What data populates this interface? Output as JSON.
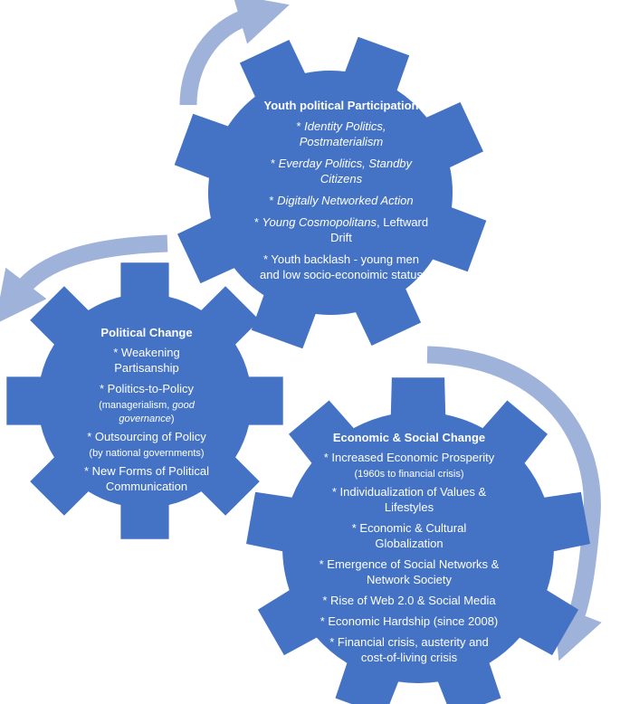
{
  "colors": {
    "gear": "#4472c4",
    "arrow": "#9fb2d9",
    "text": "#ffffff",
    "background": "#ffffff"
  },
  "gears": {
    "youth": {
      "title": "Youth political Participation",
      "items": [
        {
          "lines": [
            [
              {
                "t": "* "
              },
              {
                "t": "Identity Politics,",
                "i": true
              }
            ],
            [
              {
                "t": "Postmaterialism",
                "i": true
              }
            ]
          ]
        },
        {
          "lines": [
            [
              {
                "t": "* "
              },
              {
                "t": "Everday Politics, Standby",
                "i": true
              }
            ],
            [
              {
                "t": "Citizens",
                "i": true
              }
            ]
          ]
        },
        {
          "lines": [
            [
              {
                "t": "* "
              },
              {
                "t": "Digitally Networked Action",
                "i": true
              }
            ]
          ]
        },
        {
          "lines": [
            [
              {
                "t": "* "
              },
              {
                "t": "Young Cosmopolitans",
                "i": true
              },
              {
                "t": ",  Leftward"
              }
            ],
            [
              {
                "t": "Drift"
              }
            ]
          ]
        },
        {
          "lines": [
            [
              {
                "t": "* Youth backlash - young men"
              }
            ],
            [
              {
                "t": "and low socio-econoimic status"
              }
            ]
          ]
        }
      ]
    },
    "political": {
      "title": "Political Change",
      "items": [
        {
          "lines": [
            [
              {
                "t": "* Weakening"
              }
            ],
            [
              {
                "t": "Partisanship"
              }
            ]
          ]
        },
        {
          "lines": [
            [
              {
                "t": "* Politics-to-Policy"
              }
            ],
            [
              {
                "t": "(managerialism, ",
                "s": true
              },
              {
                "t": "good",
                "s": true,
                "i": true
              }
            ],
            [
              {
                "t": "governance",
                "s": true,
                "i": true
              },
              {
                "t": ")",
                "s": true
              }
            ]
          ]
        },
        {
          "lines": [
            [
              {
                "t": "* Outsourcing of Policy"
              }
            ],
            [
              {
                "t": "(by national governments)",
                "s": true
              }
            ]
          ]
        },
        {
          "lines": [
            [
              {
                "t": "* New Forms of Political"
              }
            ],
            [
              {
                "t": "Communication"
              }
            ]
          ]
        }
      ]
    },
    "economic": {
      "title": "Economic & Social Change",
      "items": [
        {
          "lines": [
            [
              {
                "t": "* Increased Economic Prosperity"
              }
            ],
            [
              {
                "t": "(1960s to financial crisis)",
                "s": true
              }
            ]
          ]
        },
        {
          "lines": [
            [
              {
                "t": "* Individualization  of Values &"
              }
            ],
            [
              {
                "t": "Lifestyles"
              }
            ]
          ]
        },
        {
          "lines": [
            [
              {
                "t": "* Economic & Cultural"
              }
            ],
            [
              {
                "t": "Globalization"
              }
            ]
          ]
        },
        {
          "lines": [
            [
              {
                "t": "* Emergence of Social Networks &"
              }
            ],
            [
              {
                "t": "Network Society"
              }
            ]
          ]
        },
        {
          "lines": [
            [
              {
                "t": "* Rise of Web 2.0 & Social Media"
              }
            ]
          ]
        },
        {
          "lines": [
            [
              {
                "t": "* Economic Hardship (since 2008)"
              }
            ]
          ]
        },
        {
          "lines": [
            [
              {
                "t": "* Financial crisis, austerity and"
              }
            ],
            [
              {
                "t": "cost-of-living crisis"
              }
            ]
          ]
        }
      ]
    }
  }
}
